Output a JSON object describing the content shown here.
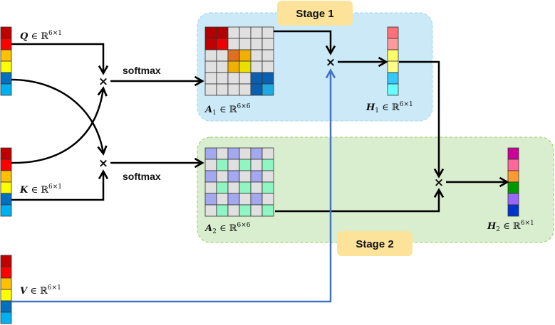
{
  "stages": [
    {
      "label": "Stage  1",
      "bg": "#cbe9f7",
      "border": "#9fd3ee"
    },
    {
      "label": "Stage  2",
      "bg": "#d9eecf",
      "border": "#8fcd5a"
    }
  ],
  "stage_badge_color": "#fde39a",
  "operations": {
    "softmax_label": "softmax",
    "multiply_symbol": "×"
  },
  "vectors": {
    "Q": {
      "symbol": "Q",
      "sub": "",
      "space": "ℝ",
      "dims": "6×1",
      "colors": [
        "#c00000",
        "#ff0000",
        "#ffc000",
        "#ffff00",
        "#0070c0",
        "#00b0f0"
      ]
    },
    "K": {
      "symbol": "K",
      "sub": "",
      "space": "ℝ",
      "dims": "6×1",
      "colors": [
        "#c00000",
        "#ff0000",
        "#ffc000",
        "#ffff00",
        "#0070c0",
        "#00b0f0"
      ]
    },
    "V": {
      "symbol": "V",
      "sub": "",
      "space": "ℝ",
      "dims": "6×1",
      "colors": [
        "#c00000",
        "#ff0000",
        "#ffc000",
        "#ffff00",
        "#0070c0",
        "#00b0f0"
      ]
    },
    "H1": {
      "symbol": "H",
      "sub": "1",
      "space": "ℝ",
      "dims": "6×1",
      "colors": [
        "#ff7079",
        "#ff9a9a",
        "#ffff66",
        "#ffff88",
        "#33c9ff",
        "#66ffff"
      ]
    },
    "H2": {
      "symbol": "H",
      "sub": "2",
      "space": "ℝ",
      "dims": "6×1",
      "colors": [
        "#cc0099",
        "#ff6699",
        "#ff9933",
        "#009900",
        "#9966ff",
        "#0033cc"
      ]
    }
  },
  "matrices": {
    "A1": {
      "symbol": "A",
      "sub": "1",
      "space": "ℝ",
      "dims": "6×6",
      "cells": [
        [
          "#b00000",
          "#b00000",
          "#e0e0e0",
          "#e0e0e0",
          "#e0e0e0",
          "#e0e0e0"
        ],
        [
          "#c00000",
          "#ee0000",
          "#e0e0e0",
          "#e0e0e0",
          "#e0e0e0",
          "#e0e0e0"
        ],
        [
          "#e0e0e0",
          "#e0e0e0",
          "#e07020",
          "#f0b000",
          "#e0e0e0",
          "#e0e0e0"
        ],
        [
          "#e0e0e0",
          "#e0e0e0",
          "#f0b000",
          "#e8e000",
          "#e0e0e0",
          "#e0e0e0"
        ],
        [
          "#e0e0e0",
          "#e0e0e0",
          "#e0e0e0",
          "#e0e0e0",
          "#0a5fb0",
          "#0a5fb0"
        ],
        [
          "#e0e0e0",
          "#e0e0e0",
          "#e0e0e0",
          "#e0e0e0",
          "#0a5fb0",
          "#20a8e0"
        ]
      ]
    },
    "A2": {
      "symbol": "A",
      "sub": "2",
      "space": "ℝ",
      "dims": "6×6",
      "cells": [
        [
          "#a3a8ef",
          "#e0e0e0",
          "#a3a8ef",
          "#e0e0e0",
          "#a3a8ef",
          "#e0e0e0"
        ],
        [
          "#e0e0e0",
          "#8ff5c3",
          "#e0e0e0",
          "#8ff5c3",
          "#e0e0e0",
          "#8ff5c3"
        ],
        [
          "#a3a8ef",
          "#e0e0e0",
          "#a3a8ef",
          "#e0e0e0",
          "#a3a8ef",
          "#e0e0e0"
        ],
        [
          "#e0e0e0",
          "#8ff5c3",
          "#e0e0e0",
          "#8ff5c3",
          "#e0e0e0",
          "#8ff5c3"
        ],
        [
          "#a3a8ef",
          "#e0e0e0",
          "#a3a8ef",
          "#e0e0e0",
          "#a3a8ef",
          "#e0e0e0"
        ],
        [
          "#e0e0e0",
          "#8ff5c3",
          "#e0e0e0",
          "#8ff5c3",
          "#e0e0e0",
          "#8ff5c3"
        ]
      ]
    }
  },
  "connector_colors": {
    "main": "#000000",
    "value_path": "#4472c4"
  }
}
